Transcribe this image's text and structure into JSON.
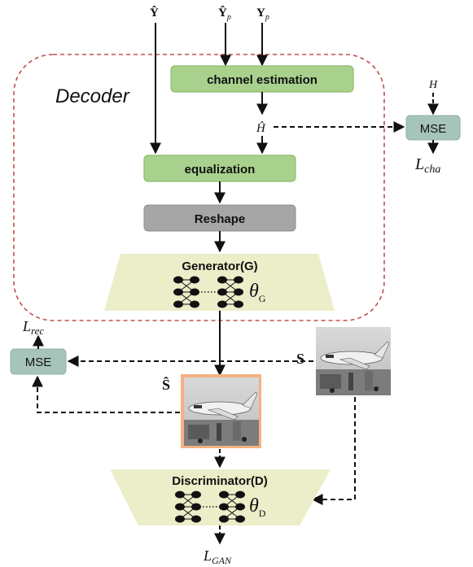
{
  "inputs": {
    "y_hat": "Ŷ",
    "y_hat_p": "Ŷ",
    "y_p": "Y",
    "p_sub": "p"
  },
  "decoder": {
    "title": "Decoder",
    "channel_estimation_label": "channel estimation",
    "h_hat": "Ĥ",
    "equalization_label": "equalization",
    "reshape_label": "Reshape",
    "generator_label": "Generator(G)",
    "theta_g": "θ",
    "theta_g_sub": "G"
  },
  "channel_loss": {
    "h_label": "H",
    "mse_label": "MSE",
    "loss": "L",
    "loss_sub": "cha"
  },
  "reconstruction": {
    "mse_label": "MSE",
    "loss": "L",
    "loss_sub": "rec",
    "s_label": "S",
    "s_hat_label": "Ŝ"
  },
  "discriminator": {
    "label": "Discriminator(D)",
    "theta_d": "θ",
    "theta_d_sub": "D",
    "loss": "L",
    "loss_sub": "GAN"
  },
  "colors": {
    "green_box": "#a9d18e",
    "green_border": "#8cbc6c",
    "grey_box": "#a6a6a6",
    "mse_box": "#a7c4bc",
    "trapezoid": "#ecedc9",
    "decoder_border": "#c0504d",
    "orange_frame": "#f4b183"
  }
}
